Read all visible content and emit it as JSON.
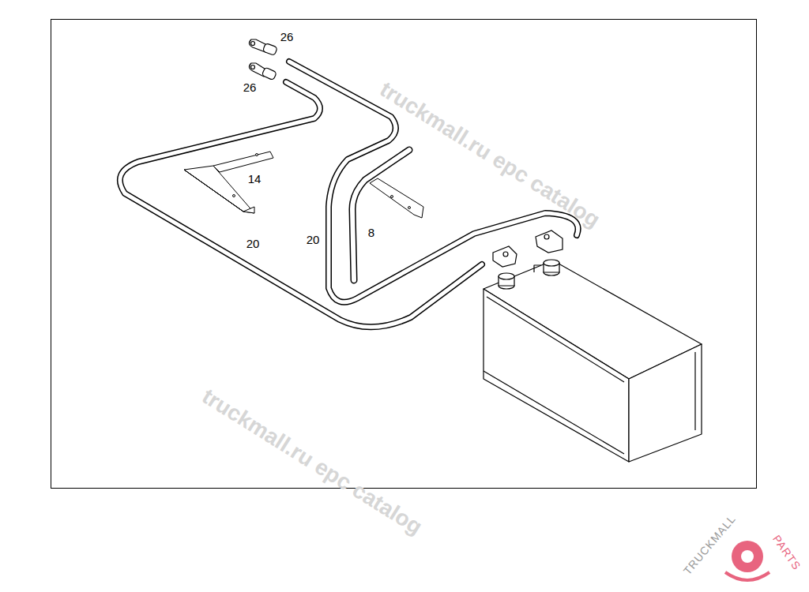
{
  "diagram": {
    "labels": [
      "26",
      "26",
      "14",
      "20",
      "20",
      "8",
      "truckmall.ru epc catalog",
      "truckmall.ru epc catalog",
      "TRUCKMALL",
      "PARTS"
    ]
  }
}
